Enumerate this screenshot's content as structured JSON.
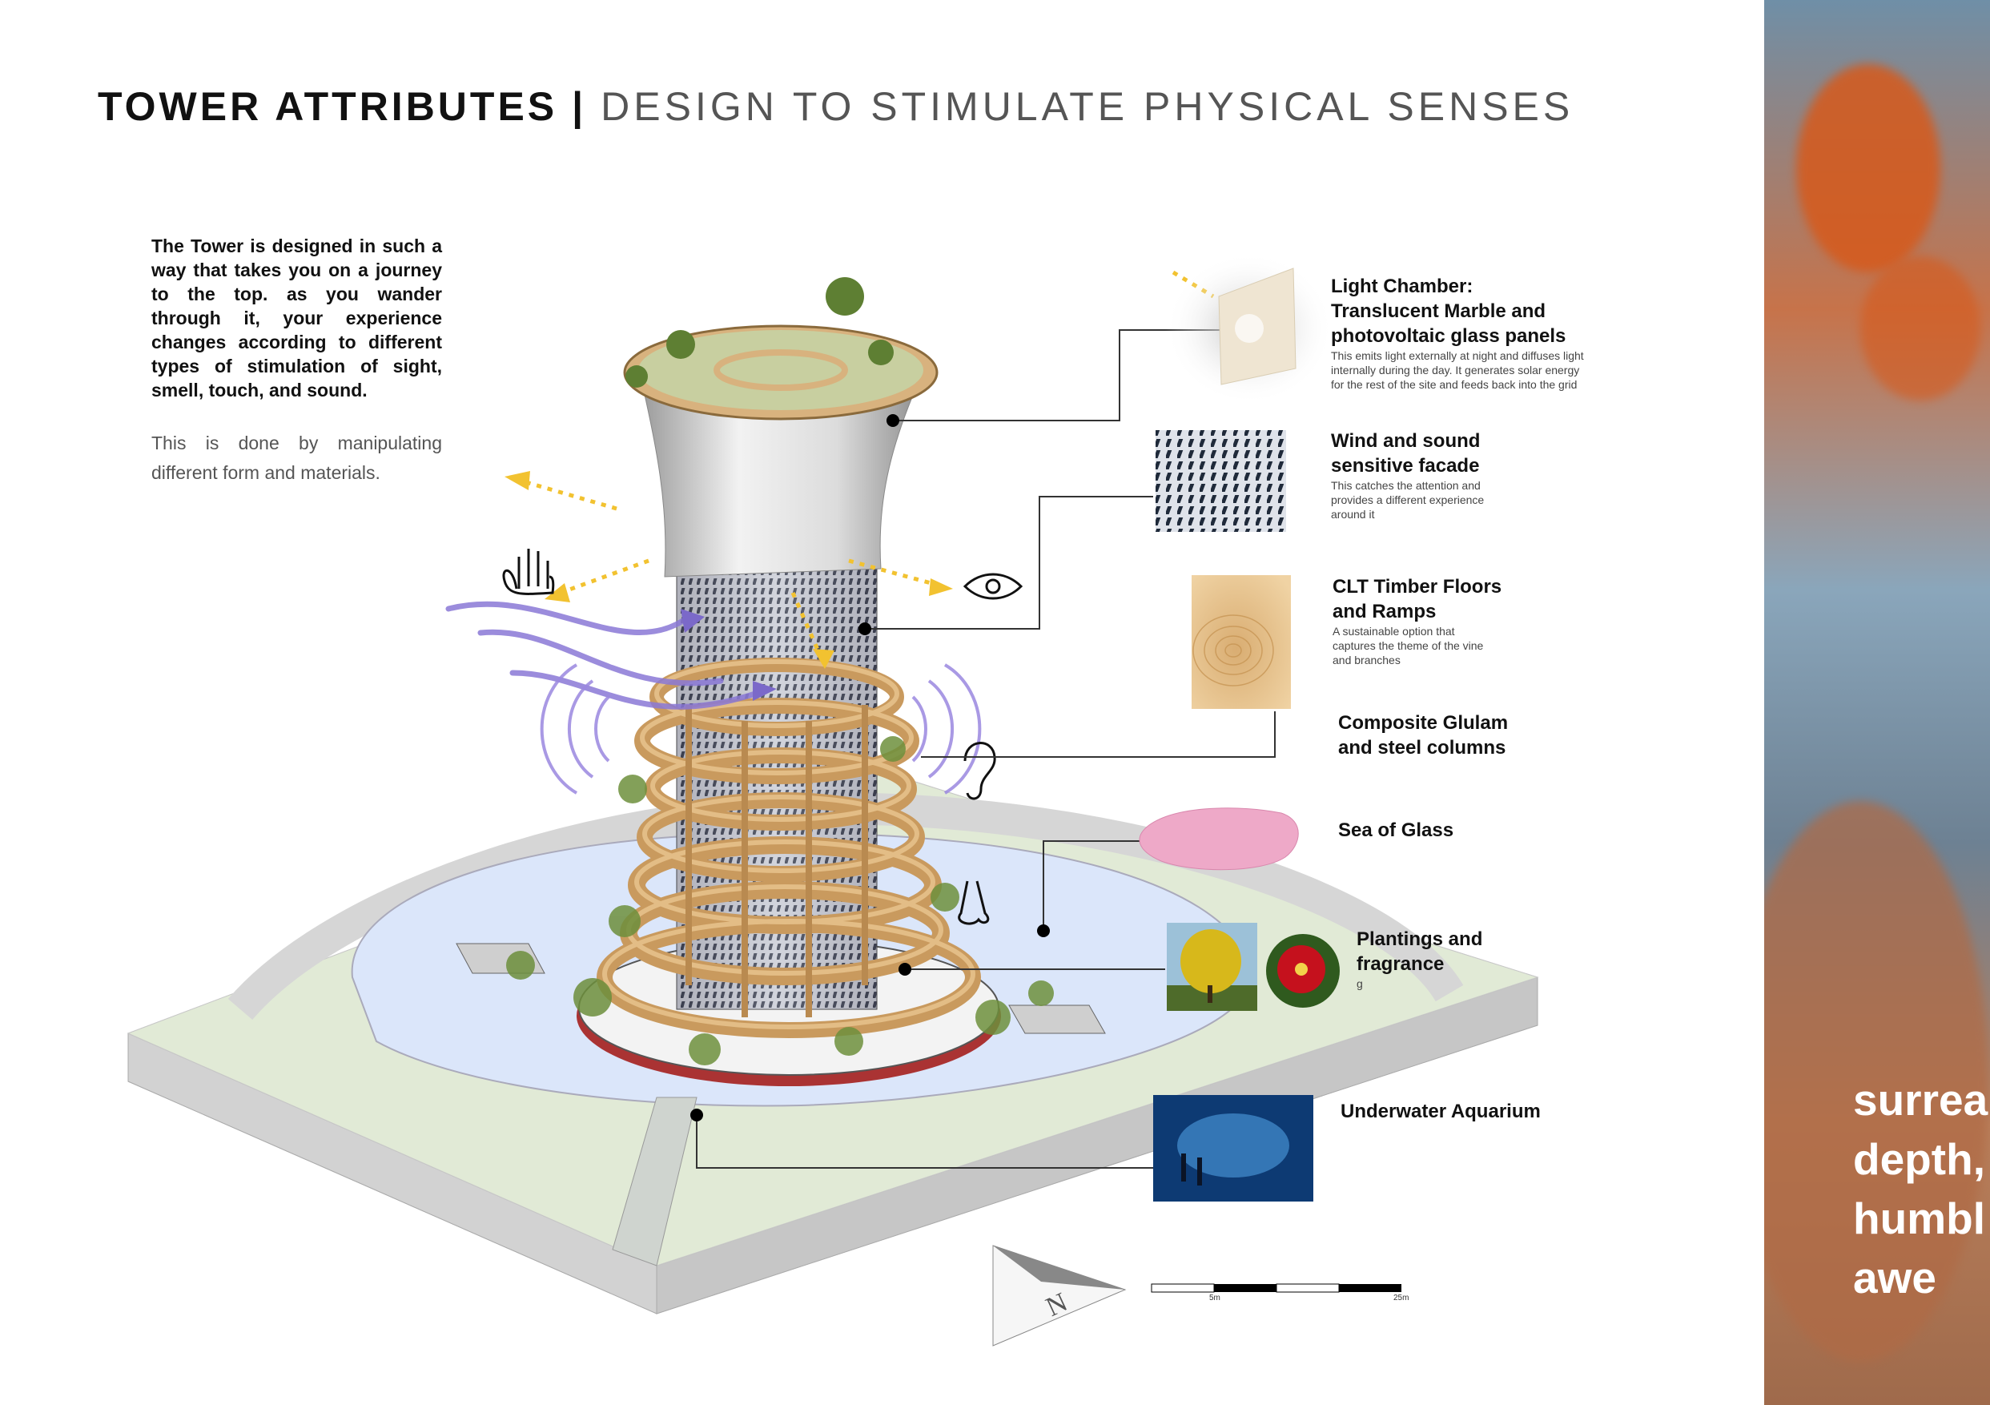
{
  "title": {
    "bold": "TOWER ATTRIBUTES",
    "separator": "|",
    "light": "DESIGN TO STIMULATE  PHYSICAL SENSES"
  },
  "intro": {
    "paragraph1": "The Tower is designed in such a way that takes you on a journey to the top. as you wander through it, your experience changes according to different types of  stimulation of sight, smell, touch, and sound.",
    "paragraph2": "This is done by manipulating different form and materials."
  },
  "labels": [
    {
      "title": "Light Chamber:\nTranslucent Marble and\nphotovoltaic glass panels",
      "desc": "This emits light externally at night and diffuses light\ninternally during the day. It generates solar energy\nfor the rest of the site and feeds back into  the grid"
    },
    {
      "title": "Wind and sound\nsensitive facade",
      "desc": "This catches the attention and\nprovides a different experience\naround it"
    },
    {
      "title": "CLT Timber Floors\nand Ramps",
      "desc": "A sustainable option that\ncaptures the theme of the vine\nand branches"
    },
    {
      "title": "Composite  Glulam\nand steel columns",
      "desc": ""
    },
    {
      "title": "Sea of Glass",
      "desc": ""
    },
    {
      "title": "Plantings and\nfragrance",
      "desc": "g"
    },
    {
      "title": "Underwater Aquarium",
      "desc": ""
    }
  ],
  "scale": {
    "mid": "5m",
    "end": "25m"
  },
  "compass": {
    "letter": "N"
  },
  "panel": {
    "text": "surreal\ndepth,\nhumbl\nawe"
  },
  "icons": [
    "hand-icon",
    "eye-icon",
    "ear-icon",
    "nose-icon"
  ],
  "colors": {
    "arrow_yellow": "#f2c230",
    "wind_purple": "#8a78d6",
    "timber": "#d8a868",
    "water": "#dbe8fb",
    "ground": "#dfe8d2"
  }
}
